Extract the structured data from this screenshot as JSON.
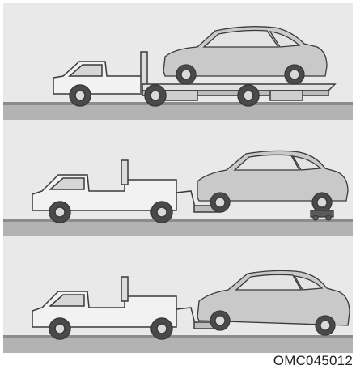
{
  "figure": {
    "code": "OMC045012",
    "colors": {
      "background": "#e9e9e9",
      "ground_top": "#8c8c8c",
      "ground_band": "#b3b3b3",
      "truck_body": "#f2f2f2",
      "outline": "#3a3a3a",
      "car_body": "#c9c9c9"
    },
    "panels": [
      {
        "method": "flatbed",
        "car_wheels_on_ground": false
      },
      {
        "method": "wheel-lift-front-with-dollies",
        "car_wheels_on_ground": false
      },
      {
        "method": "wheel-lift-front-rear-wheels-on-ground",
        "car_wheels_on_ground": true
      }
    ]
  }
}
